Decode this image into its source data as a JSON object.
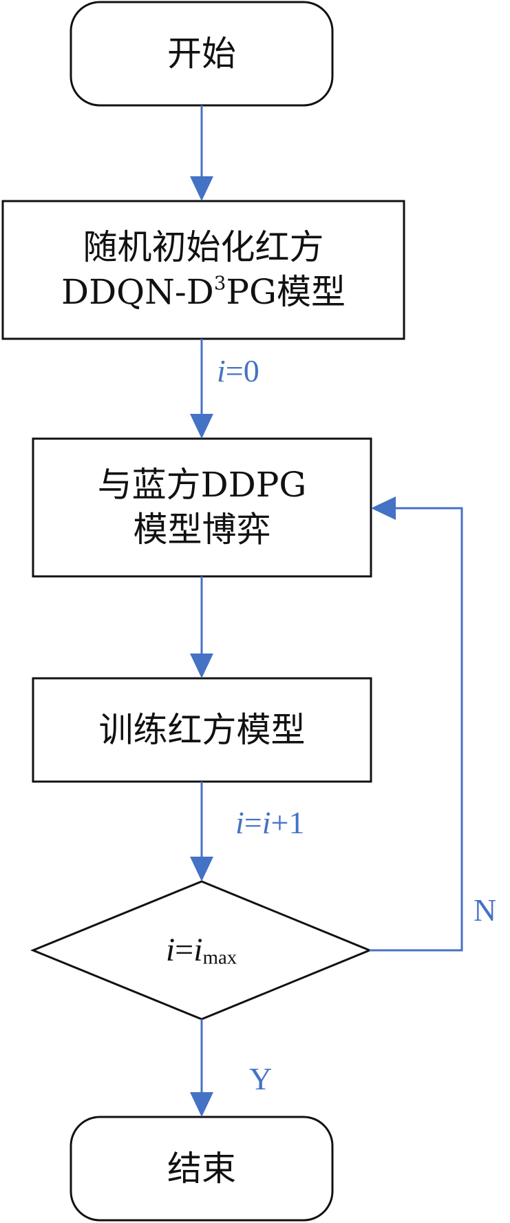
{
  "nodes": {
    "start": "开始",
    "init_line1": "随机初始化红方",
    "init_line2_a": "DDQN-D",
    "init_line2_sup": "3",
    "init_line2_b": "PG模型",
    "game_line1": "与蓝方DDPG",
    "game_line2": "模型博弈",
    "train": "训练红方模型",
    "decision_var": "i",
    "decision_eq": "=",
    "decision_var2": "i",
    "decision_sub": "max",
    "end": "结束"
  },
  "edges": {
    "init_label_var": "i",
    "init_label_rest": "=0",
    "inc_label_var1": "i",
    "inc_label_eq": "=",
    "inc_label_var2": "i",
    "inc_label_rest": "+1",
    "no_label": "N",
    "yes_label": "Y"
  },
  "colors": {
    "arrow": "#4472c4",
    "box_stroke": "#111111",
    "text": "#111111"
  }
}
